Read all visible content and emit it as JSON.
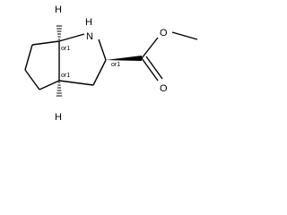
{
  "molecule": {
    "atoms": {
      "nitrogen_label": "N",
      "hydrogen_on_n": "H",
      "carbonyl_oxygen": "O",
      "ester_oxygen": "O",
      "ring_fusion_h_top": "H",
      "ring_fusion_h_bottom": "H"
    },
    "stereo_labels": {
      "top_fusion": "or1",
      "bottom_fusion": "or1",
      "alpha_carbon": "or1"
    },
    "colors": {
      "bond": "#000000",
      "label": "#000000",
      "background": "#ffffff"
    }
  }
}
